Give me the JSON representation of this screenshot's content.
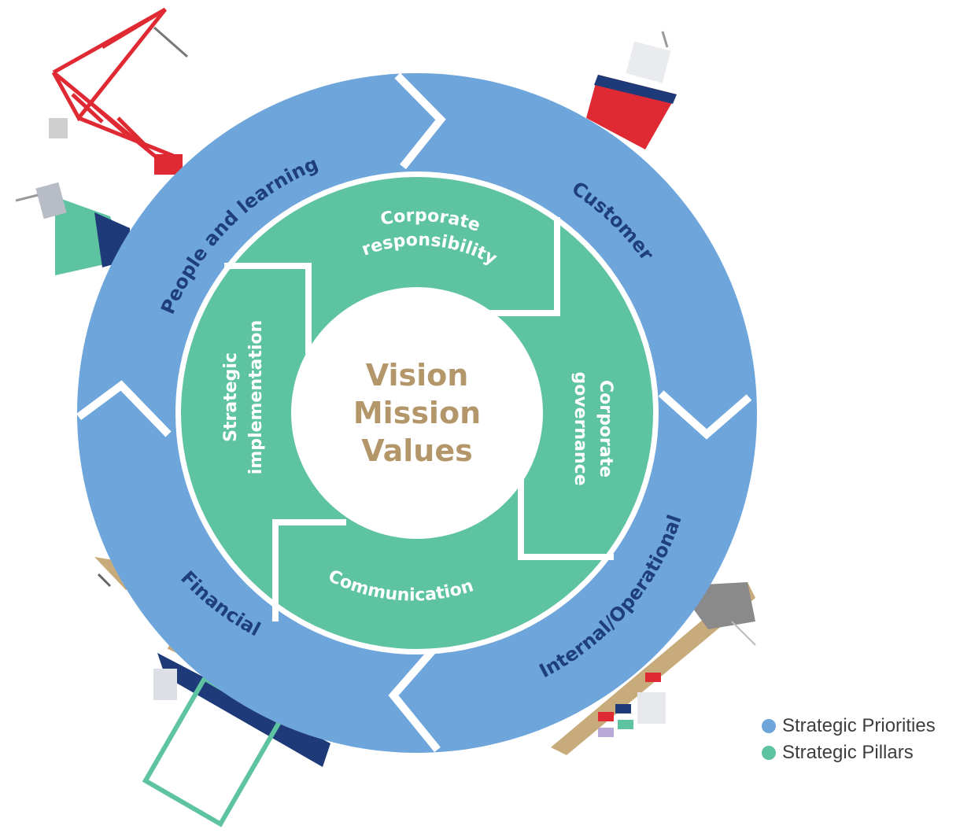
{
  "center": {
    "line1": "Vision",
    "line2": "Mission",
    "line3": "Values"
  },
  "priorities": [
    {
      "label": "People and learning"
    },
    {
      "label": "Customer"
    },
    {
      "label": "Internal/Operational"
    },
    {
      "label": "Financial"
    }
  ],
  "pillars": {
    "corporate_responsibility": {
      "line1": "Corporate",
      "line2": "responsibility"
    },
    "corporate_governance": {
      "line1": "Corporate",
      "line2": "governance"
    },
    "communication": {
      "line1": "Communication"
    },
    "strategic_implementation": {
      "line1": "Strategic",
      "line2": "implementation"
    }
  },
  "legend": [
    {
      "label": "Strategic Priorities",
      "color": "#6ea6dc"
    },
    {
      "label": "Strategic Pillars",
      "color": "#5ec3a0"
    }
  ],
  "colors": {
    "outer_ring": "#6ea6dc",
    "inner_ring": "#5ec3a0",
    "ring_text": "#1f3f7a",
    "pillar_text": "#ffffff",
    "center_text": "#b3976a",
    "crane": "#e02a33",
    "navy": "#1e3a78",
    "gold": "#c8ab7a",
    "grey": "#8a8a8a"
  }
}
